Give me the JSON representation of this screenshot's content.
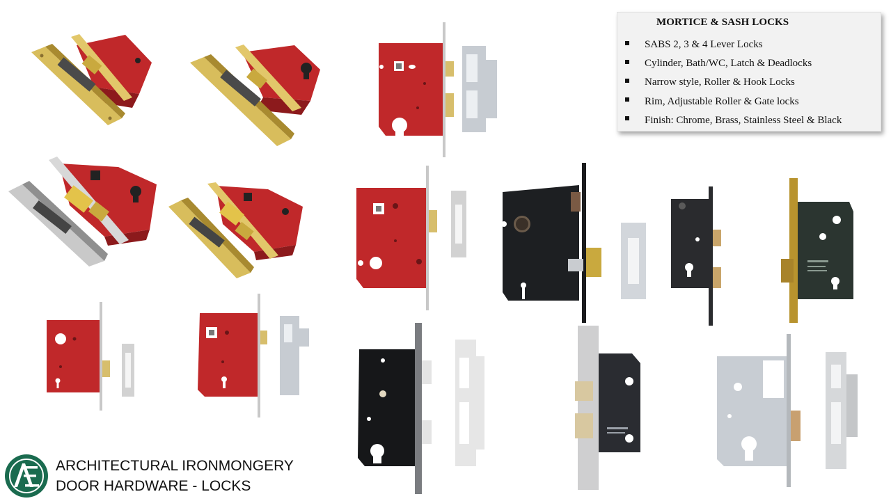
{
  "info_box": {
    "title": "MORTICE & SASH LOCKS",
    "items": [
      "SABS 2, 3 & 4 Lever Locks",
      "Cylinder, Bath/WC, Latch &  Deadlocks",
      "Narrow style, Roller & Hook Locks",
      "Rim, Adjustable Roller & Gate locks",
      "Finish:  Chrome, Brass, Stainless Steel & Black"
    ]
  },
  "caption": {
    "line1": "ARCHITECTURAL IRONMONGERY",
    "line2": "DOOR HARDWARE - LOCKS"
  },
  "logo": {
    "letters": "AE",
    "color": "#1a6b4f"
  },
  "lock_images": [
    "brass-sash-lock",
    "brass-euro-sash-lock",
    "red-chrome-sash-lock",
    "red-brass-sash-lock",
    "red-mortice-lock-small",
    "red-mortice-lock-keeper",
    "red-mortice-lock-top",
    "red-mortice-lock-middle",
    "black-mortice-lock",
    "black-euro-lock-brass",
    "black-euro-lock-brass-faceplate",
    "black-euro-sash-lock-stainless",
    "black-warning-sash-lock",
    "silver-euro-sash-lock"
  ]
}
